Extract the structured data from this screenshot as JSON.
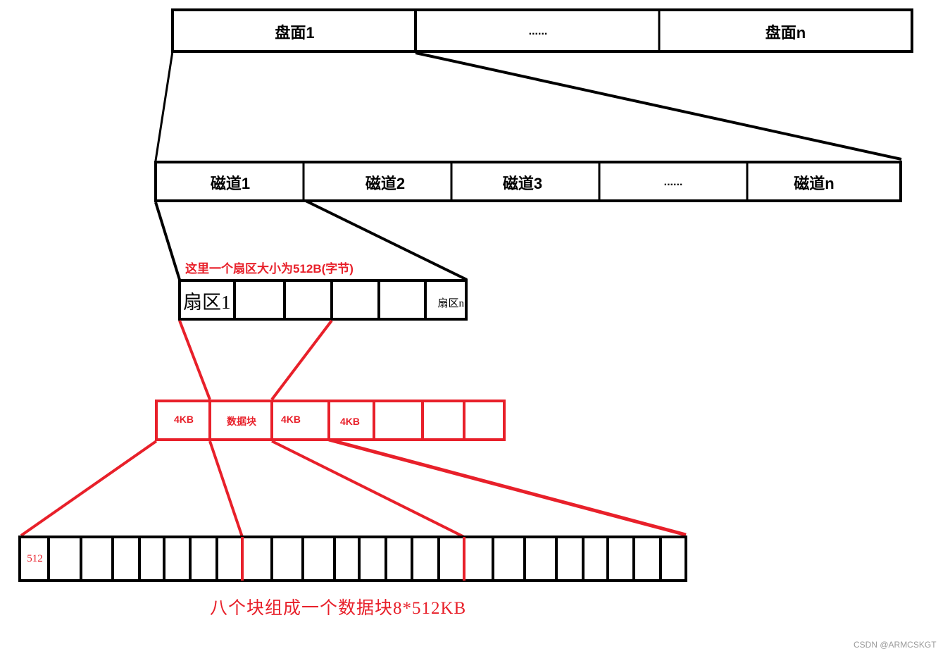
{
  "colors": {
    "line_black": "#000000",
    "accent_red": "#e8202a",
    "watermark_gray": "#9a9a9a",
    "background": "#ffffff"
  },
  "platters": {
    "cells": [
      {
        "label": "盘面1"
      },
      {
        "label": "......"
      },
      {
        "label": "盘面n"
      }
    ]
  },
  "tracks": {
    "cells": [
      {
        "label": "磁道1"
      },
      {
        "label": "磁道2"
      },
      {
        "label": "磁道3"
      },
      {
        "label": "......"
      },
      {
        "label": "磁道n"
      }
    ]
  },
  "sectors": {
    "note": "这里一个扇区大小为512B(字节)",
    "cells": [
      {
        "label": "扇区1"
      },
      {
        "label": ""
      },
      {
        "label": ""
      },
      {
        "label": ""
      },
      {
        "label": ""
      },
      {
        "label": "扇区n"
      }
    ]
  },
  "data_blocks": {
    "cells": [
      {
        "label": "4KB"
      },
      {
        "label": "数据块"
      },
      {
        "label": "4KB"
      },
      {
        "label": "4KB"
      },
      {
        "label": ""
      },
      {
        "label": ""
      },
      {
        "label": ""
      }
    ]
  },
  "bytes_row": {
    "first_cell_label": "512",
    "cell_count": 24
  },
  "caption": "八个块组成一个数据块8*512KB",
  "watermark": "CSDN @ARMCSKGT"
}
